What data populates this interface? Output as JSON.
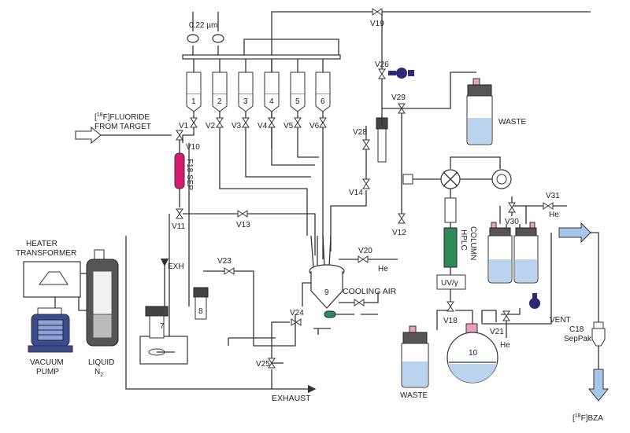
{
  "labels": {
    "filter": "0.22 µm",
    "fluoride_1": "[",
    "fluoride_sup": "18",
    "fluoride_2": "F]FLUORIDE",
    "fluoride_3": "FROM TARGET",
    "f18sep": "F18 SEP",
    "heater_1": "HEATER",
    "heater_2": "TRANSFORMER",
    "exh": "EXH",
    "vacuum_1": "VACUUM",
    "vacuum_2": "PUMP",
    "liquid_1": "LIQUID",
    "liquid_2": "N",
    "liquid_sub": "2",
    "waste_top": "WASTE",
    "waste_bottom": "WASTE",
    "hplc_1": "HPLC",
    "hplc_2": "COLUMN",
    "uv": "UV/γ",
    "cooling": "COOLING AIR",
    "exhaust": "EXHAUST",
    "vent": "VENT",
    "he1": "He",
    "he2": "He",
    "he3": "He",
    "sepc18_1": "C18",
    "sepc18_2": "SepPak",
    "bza_1": "[",
    "bza_sup": "18",
    "bza_2": "F]BZA"
  },
  "vessels": [
    "1",
    "2",
    "3",
    "4",
    "5",
    "6"
  ],
  "vials": {
    "v7": "7",
    "v8": "8",
    "v9": "9",
    "v10": "10"
  },
  "valves": {
    "V1": "V1",
    "V2": "V2",
    "V3": "V3",
    "V4": "V4",
    "V5": "V5",
    "V6": "V6",
    "V10": "V10",
    "V11": "V11",
    "V12": "V12",
    "V13": "V13",
    "V14": "V14",
    "V18": "V18",
    "V19": "V19",
    "V20": "V20",
    "V21": "V21",
    "V23": "V23",
    "V24": "V24",
    "V25": "V25",
    "V26": "V26",
    "V28": "V28",
    "V29": "V29",
    "V30": "V30",
    "V31": "V31"
  },
  "colors": {
    "line": "#333333",
    "f18sep": "#d81b72",
    "hplc_column": "#2e8b57",
    "liquid": "#bcd3ee",
    "vent_plug": "#2b2a72",
    "arrow_blue": "#a9c6ea",
    "cooling_plug": "#2e8b57"
  }
}
